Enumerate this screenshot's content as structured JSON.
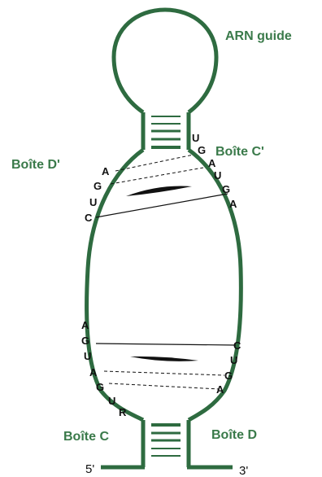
{
  "labels": {
    "guide": "ARN guide",
    "box_d_prime": "Boîte D'",
    "box_c_prime": "Boîte C'",
    "box_c": "Boîte C",
    "box_d": "Boîte D",
    "five_prime": "5'",
    "three_prime": "3'"
  },
  "upper_left_sequence": [
    "A",
    "G",
    "U",
    "C"
  ],
  "upper_right_sequence": [
    "U",
    "G",
    "A",
    "U",
    "G",
    "A"
  ],
  "lower_left_sequence": [
    "A",
    "G",
    "U",
    "A",
    "G",
    "U",
    "R"
  ],
  "lower_right_sequence": [
    "C",
    "U",
    "G",
    "A"
  ],
  "colors": {
    "rna": "#2e6b40",
    "label": "#3a7a4a",
    "text": "#111111"
  }
}
